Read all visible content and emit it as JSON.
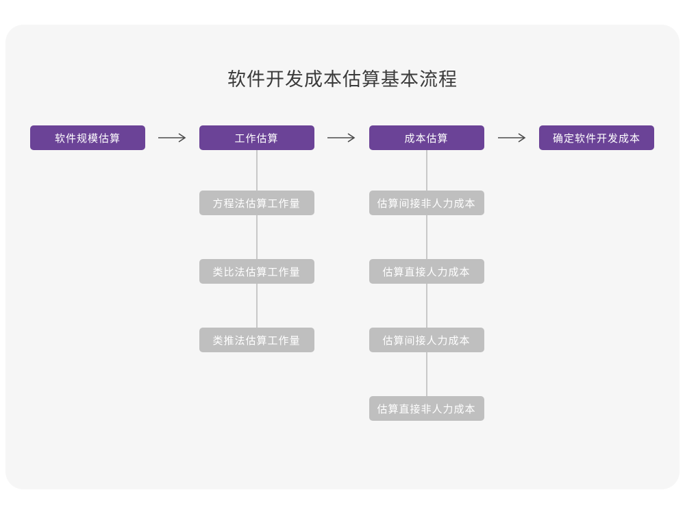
{
  "title": "软件开发成本估算基本流程",
  "colors": {
    "accent": "#6b4397",
    "sub_box": "#bfbfbf",
    "card_bg": "#f6f6f6",
    "connector": "#c8c8c8",
    "arrow": "#4a4a4a",
    "title_text": "#3a3a3a"
  },
  "flow": {
    "main_steps": [
      {
        "label": "软件规模估算"
      },
      {
        "label": "工作估算"
      },
      {
        "label": "成本估算"
      },
      {
        "label": "确定软件开发成本"
      }
    ],
    "work_estimation_methods": [
      {
        "label": "方程法估算工作量"
      },
      {
        "label": "类比法估算工作量"
      },
      {
        "label": "类推法估算工作量"
      }
    ],
    "cost_estimation_items": [
      {
        "label": "估算间接非人力成本"
      },
      {
        "label": "估算直接人力成本"
      },
      {
        "label": "估算间接人力成本"
      },
      {
        "label": "估算直接非人力成本"
      }
    ]
  }
}
